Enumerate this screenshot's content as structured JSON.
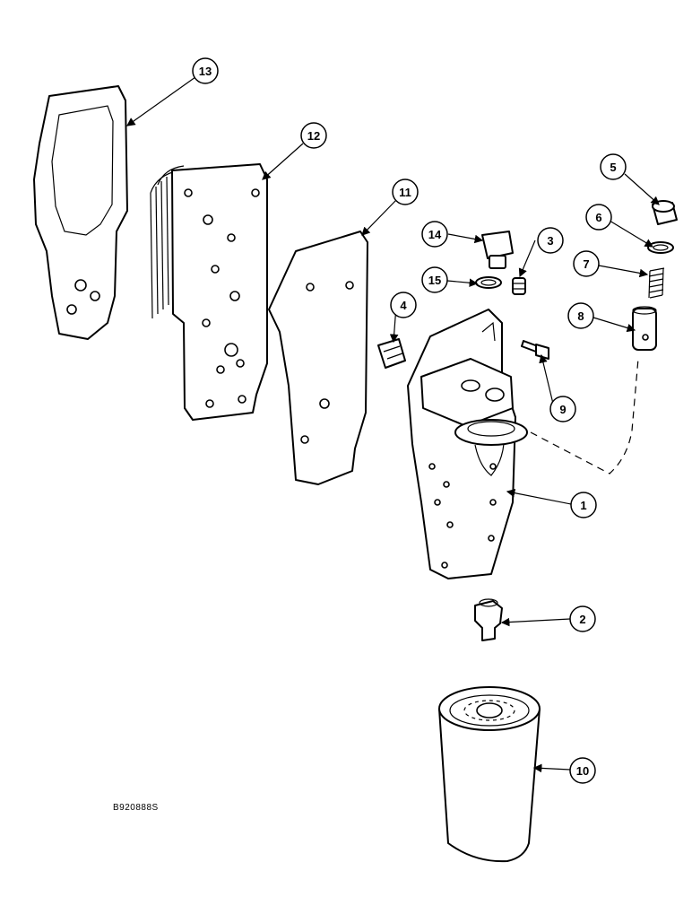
{
  "figure_id": "B920888S",
  "callouts": {
    "c1": "1",
    "c2": "2",
    "c3": "3",
    "c4": "4",
    "c5": "5",
    "c6": "6",
    "c7": "7",
    "c8": "8",
    "c9": "9",
    "c10": "10",
    "c11": "11",
    "c12": "12",
    "c13": "13",
    "c14": "14",
    "c15": "15"
  }
}
